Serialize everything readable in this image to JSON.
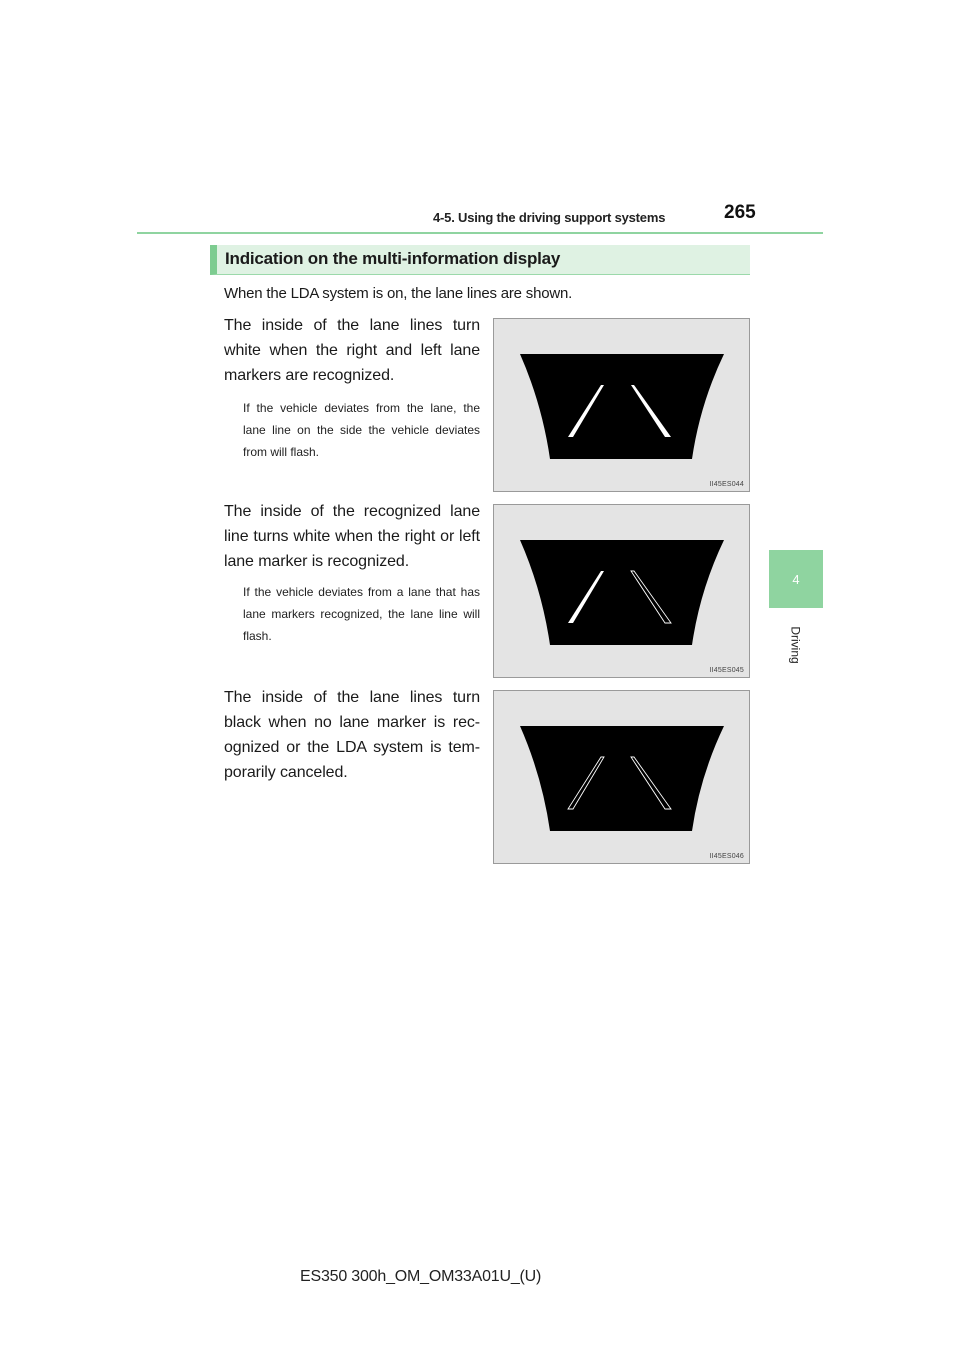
{
  "header": {
    "section": "4-5. Using the driving support systems",
    "page_number": "265"
  },
  "side_tab": {
    "number": "4",
    "label": "Driving"
  },
  "section_title": "Indication on the multi-information display",
  "intro": "When the LDA system is on, the lane lines are shown.",
  "items": [
    {
      "text": "The inside of the lane lines turn white when the right and left lane markers are recognized.",
      "note": "If the vehicle deviates from the lane, the lane line on the side the vehicle deviates from will flash.",
      "figure_code": "II45ES044"
    },
    {
      "text": "The inside of the recognized lane line turns white when the right or left lane marker is recognized.",
      "note": "If the vehicle deviates from a lane that has lane markers recognized, the lane line will flash.",
      "figure_code": "II45ES045"
    },
    {
      "text": "The inside of the lane lines turn black when no lane marker is rec-ognized or the LDA system is tem-porarily canceled.",
      "note": "",
      "figure_code": "II45ES046"
    }
  ],
  "footer": "ES350 300h_OM_OM33A01U_(U)"
}
